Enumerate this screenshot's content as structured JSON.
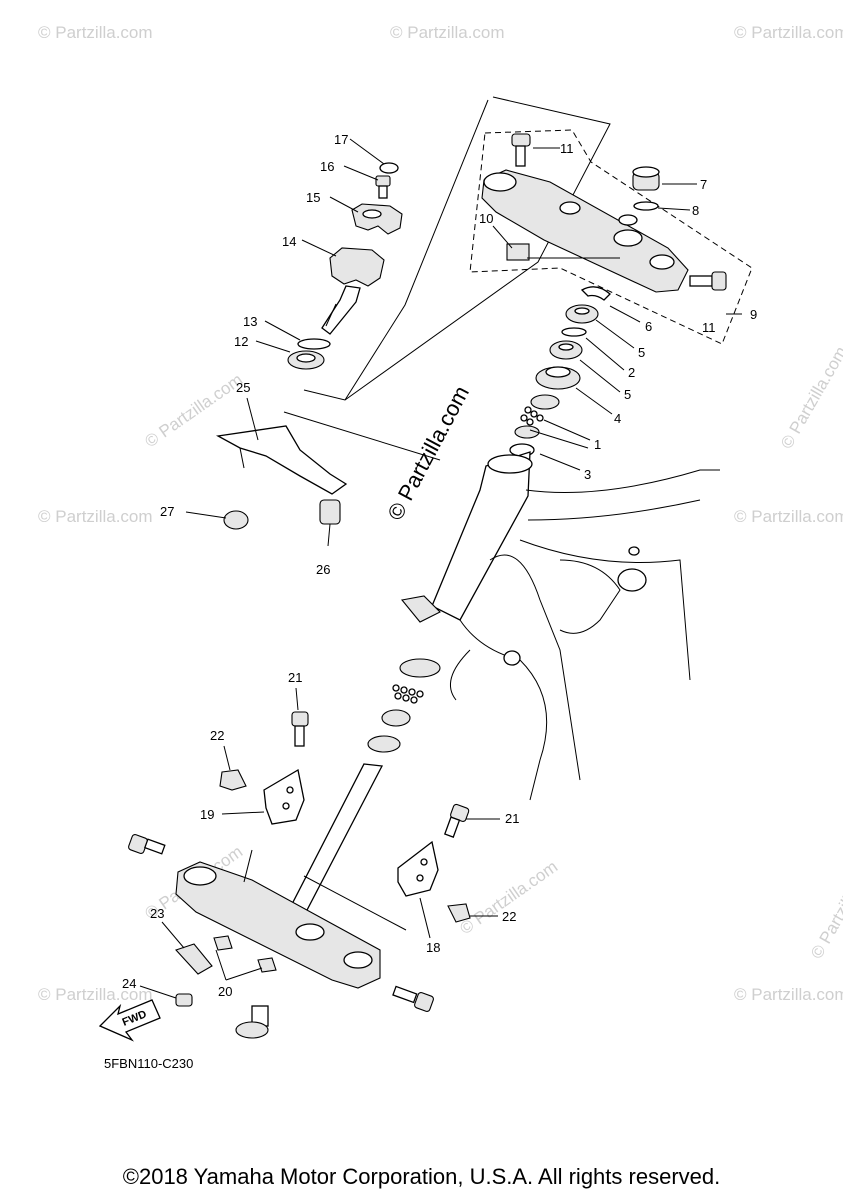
{
  "watermark": "© Partzilla.com",
  "center_watermark": "© Partzilla.com",
  "fwd_label": "FWD",
  "ref_code": "5FBN110-C230",
  "copyright": "©2018 Yamaha Motor Corporation, U.S.A. All rights reserved.",
  "callouts": {
    "c1": "1",
    "c2": "2",
    "c3": "3",
    "c4": "4",
    "c5a": "5",
    "c5b": "5",
    "c6": "6",
    "c7": "7",
    "c8": "8",
    "c9": "9",
    "c10": "10",
    "c11a": "11",
    "c11b": "11",
    "c12": "12",
    "c13": "13",
    "c14": "14",
    "c15": "15",
    "c16": "16",
    "c17": "17",
    "c18": "18",
    "c19": "19",
    "c20": "20",
    "c21a": "21",
    "c21b": "21",
    "c22a": "22",
    "c22b": "22",
    "c23": "23",
    "c24": "24",
    "c25": "25",
    "c26": "26",
    "c27": "27"
  }
}
